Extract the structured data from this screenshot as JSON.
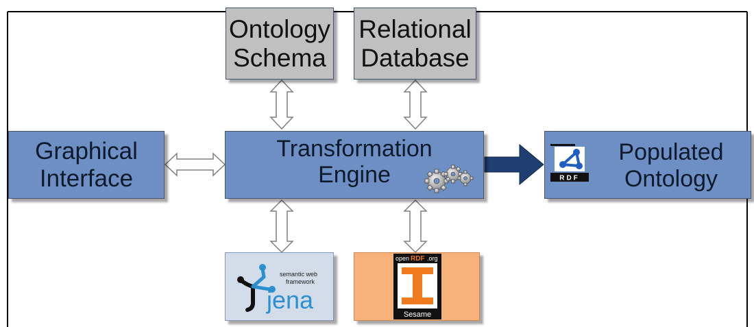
{
  "boxes": {
    "ontology_schema": [
      "Ontology",
      "Schema"
    ],
    "relational_database": [
      "Relational",
      "Database"
    ],
    "graphical_interface": [
      "Graphical",
      "Interface"
    ],
    "transformation_engine": [
      "Transformation",
      "Engine"
    ],
    "populated_ontology": [
      "Populated",
      "Ontology"
    ]
  },
  "logos": {
    "rdf": "RDF",
    "jena_tagline": [
      "semantic web",
      "framework"
    ],
    "jena_name": "jena",
    "sesame_top_left": "open",
    "sesame_top_mid": "RDF",
    "sesame_top_right": ".org",
    "sesame_name": "Sesame"
  },
  "colors": {
    "gray_box": "#c0c0c0",
    "blue_box": "#6d8fc4",
    "dark_arrow": "#1f3f73",
    "jena_bg": "#d3dde9",
    "sesame_bg": "#f6b27a",
    "sesame_orange": "#f07a1e"
  },
  "icons": [
    "gears-icon",
    "rdf-logo-icon",
    "jena-logo-icon",
    "sesame-logo-icon"
  ]
}
